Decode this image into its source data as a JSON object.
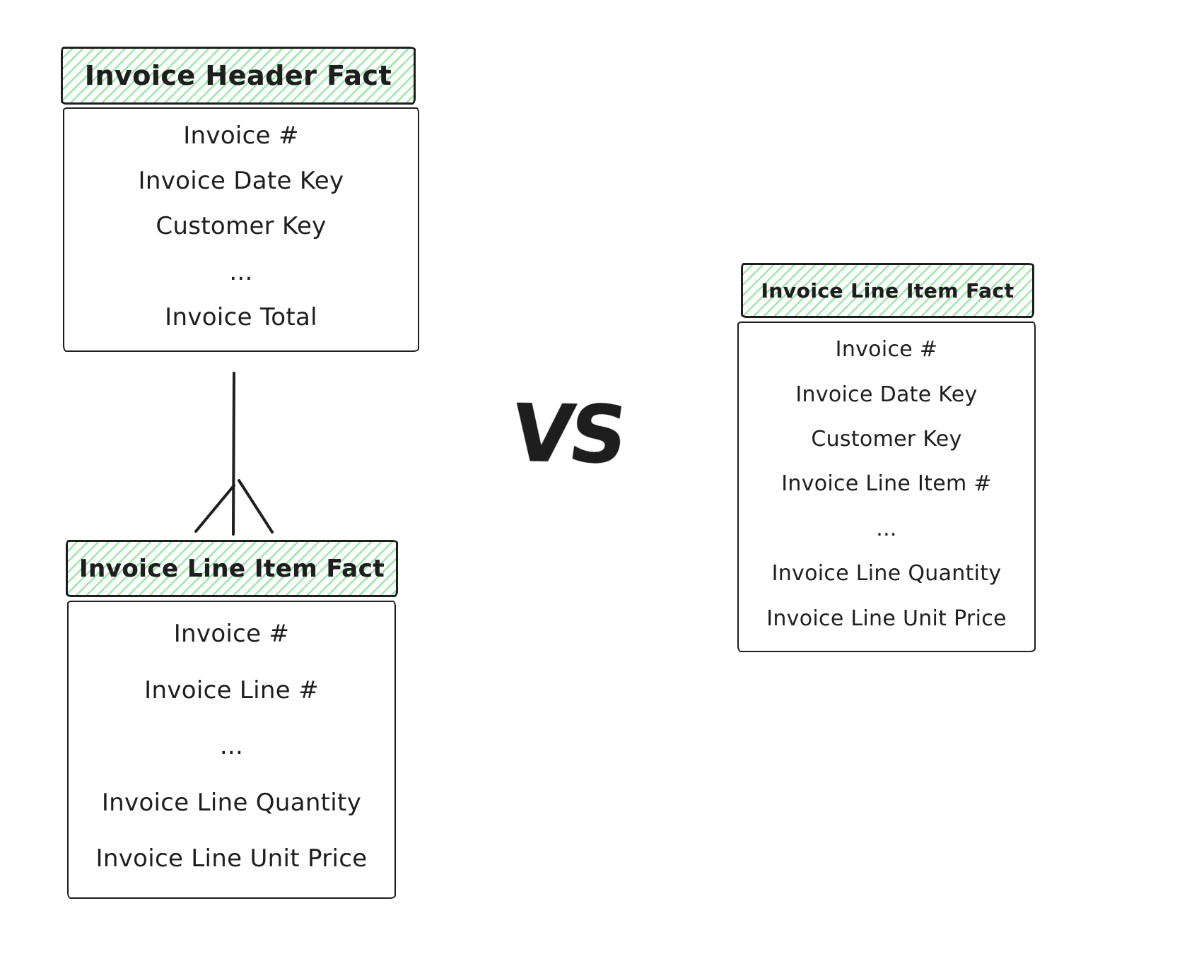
{
  "colors": {
    "stroke": "#1e1e1e",
    "hatch": "#9fe6ae",
    "paper": "#ffffff"
  },
  "vs_label": "VS",
  "tables": [
    {
      "title": "Invoice Header Fact",
      "fields": [
        "Invoice #",
        "Invoice Date Key",
        "Customer Key",
        "...",
        "Invoice Total"
      ]
    },
    {
      "title": "Invoice Line Item Fact",
      "fields": [
        "Invoice #",
        "Invoice Line #",
        "...",
        "Invoice Line Quantity",
        "Invoice Line Unit Price"
      ]
    },
    {
      "title": "Invoice Line Item Fact",
      "fields": [
        "Invoice #",
        "Invoice Date Key",
        "Customer Key",
        "Invoice Line Item #",
        "...",
        "Invoice Line Quantity",
        "Invoice Line Unit Price"
      ]
    }
  ],
  "connector": {
    "type": "one-to-many",
    "from": "Invoice Header Fact",
    "to": "Invoice Line Item Fact"
  }
}
